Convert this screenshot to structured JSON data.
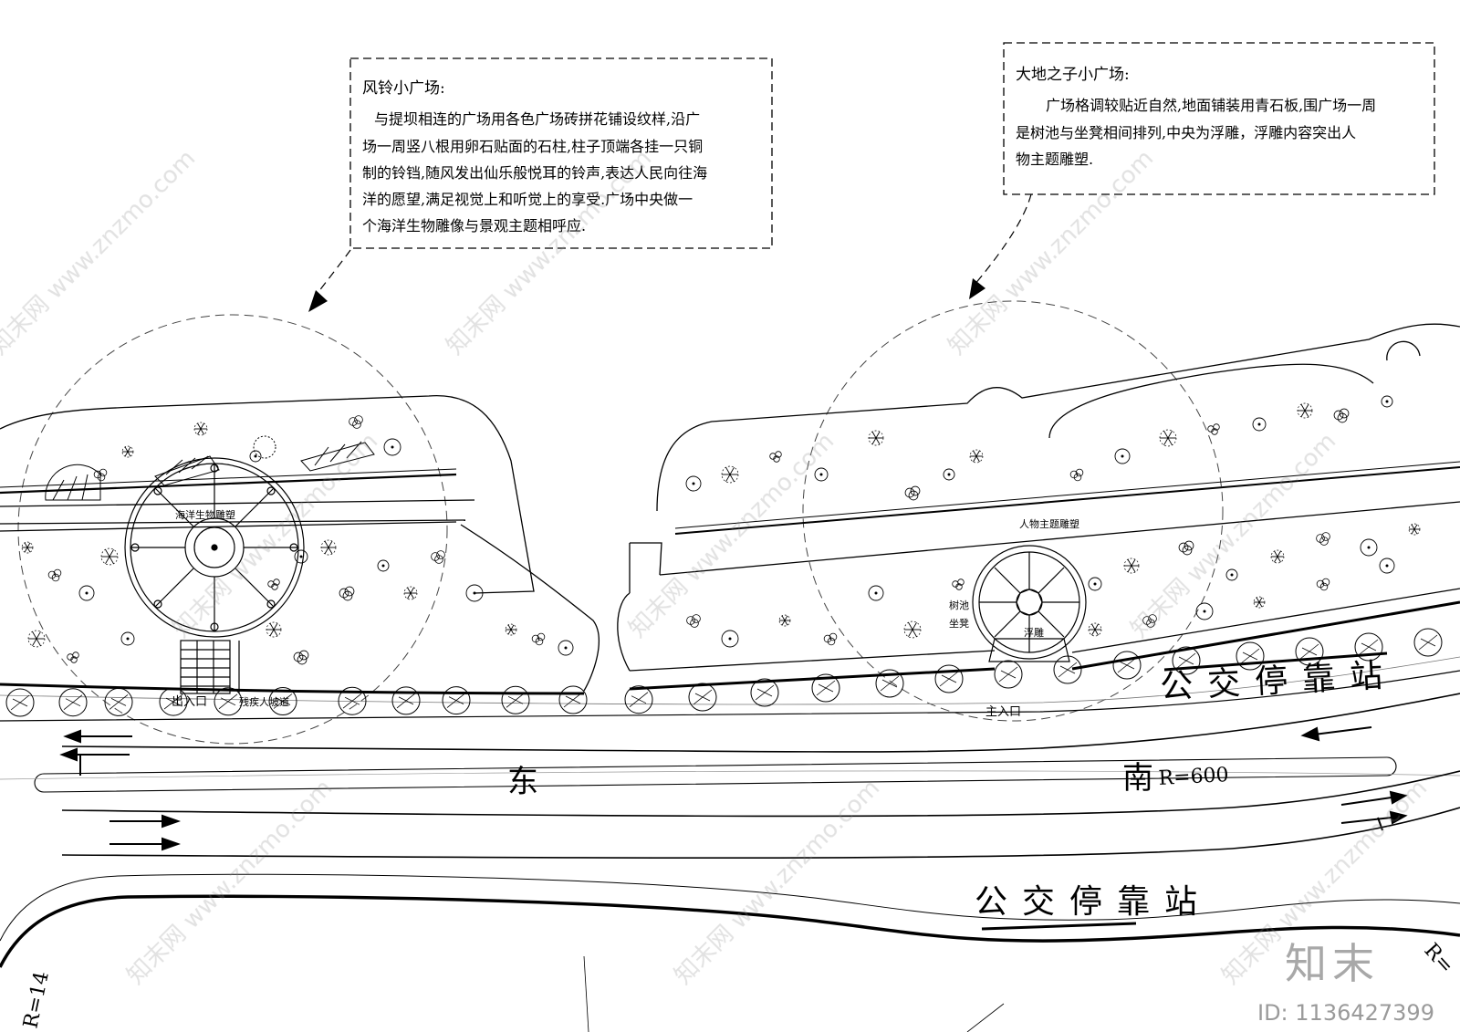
{
  "notes": {
    "left": {
      "title": "风铃小广场:",
      "lines": [
        "与提坝相连的广场用各色广场砖拼花铺设纹样,沿广",
        "场一周竖八根用卵石贴面的石柱,柱子顶端各挂一只铜",
        "制的铃铛,随风发出仙乐般悦耳的铃声,表达人民向往海",
        "洋的愿望,满足视觉上和听觉上的享受.广场中央做一",
        "个海洋生物雕像与景观主题相呼应."
      ]
    },
    "right": {
      "title": "大地之子小广场:",
      "lines": [
        "广场格调较贴近自然,地面铺装用青石板,围广场一周",
        "是树池与坐凳相间排列,中央为浮雕，浮雕内容突出人",
        "物主题雕塑."
      ]
    }
  },
  "plan_labels": {
    "ocean_sculpture": "海洋生物雕塑",
    "entrance_exit": "出入口",
    "ramp": "残疾人坡道",
    "figure_sculpture": "人物主题雕塑",
    "tree_pit": "树池",
    "bench": "坐凳",
    "relief": "浮雕",
    "main_entrance": "主入口"
  },
  "road_labels": {
    "bus_stop_top": "公交停靠站",
    "bus_stop_bottom": "公交停靠站",
    "east": "东",
    "south": "南",
    "radius_600": "R=600",
    "radius_14": "R=14",
    "radius_right": "R="
  },
  "watermark": {
    "brand": "知末",
    "id_text": "ID: 1136427399",
    "site": "www.znzmo.com",
    "site_cn": "知末网"
  },
  "colors": {
    "ink": "#000000",
    "paper": "#ffffff",
    "watermark": "#b0b0b0"
  }
}
